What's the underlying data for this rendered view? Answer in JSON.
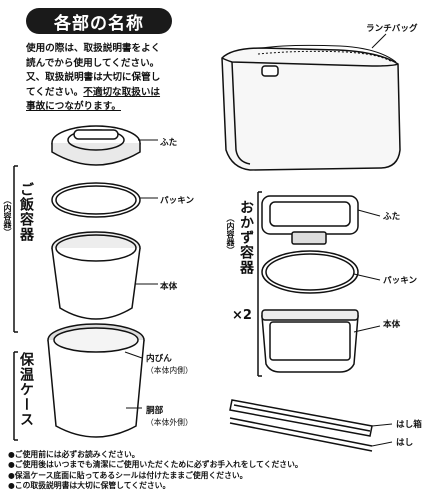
{
  "title": "各部の名称",
  "intro": {
    "line1": "使用の際は、取扱説明書をよく",
    "line2": "読んでから使用してください。",
    "line3": "又、取扱説明書は大切に保管し",
    "line4_plain": "てください。",
    "line4_underline": "不適切な取扱いは",
    "line5_underline": "事故につながります。"
  },
  "labels": {
    "lunch_bag": "ランチバッグ",
    "rice_lid": "ふた",
    "rice_packing": "パッキン",
    "rice_body": "本体",
    "inner_bottle": "内びん",
    "inner_bottle_sub": "（本体内側）",
    "trunk": "胴部",
    "trunk_sub": "（本体外側）",
    "side_lid": "ふた",
    "side_packing": "パッキン",
    "side_body": "本体",
    "chopstick_case": "はし箱",
    "chopsticks": "はし"
  },
  "groups": {
    "rice_container": "ご飯容器",
    "rice_container_sub": "（内容器）",
    "insulation_case": "保温ケース",
    "side_container": "おかず容器",
    "side_container_sub": "（内容器）",
    "multiplier": "×2"
  },
  "notes": [
    "●ご使用前には必ずお読みください。",
    "●ご使用後はいつまでも清潔にご使用いただくために必ずお手入れをしてください。",
    "●保温ケース底面に貼ってあるシールは付けたままご使用ください。",
    "●この取扱説明書は大切に保管してください。"
  ]
}
